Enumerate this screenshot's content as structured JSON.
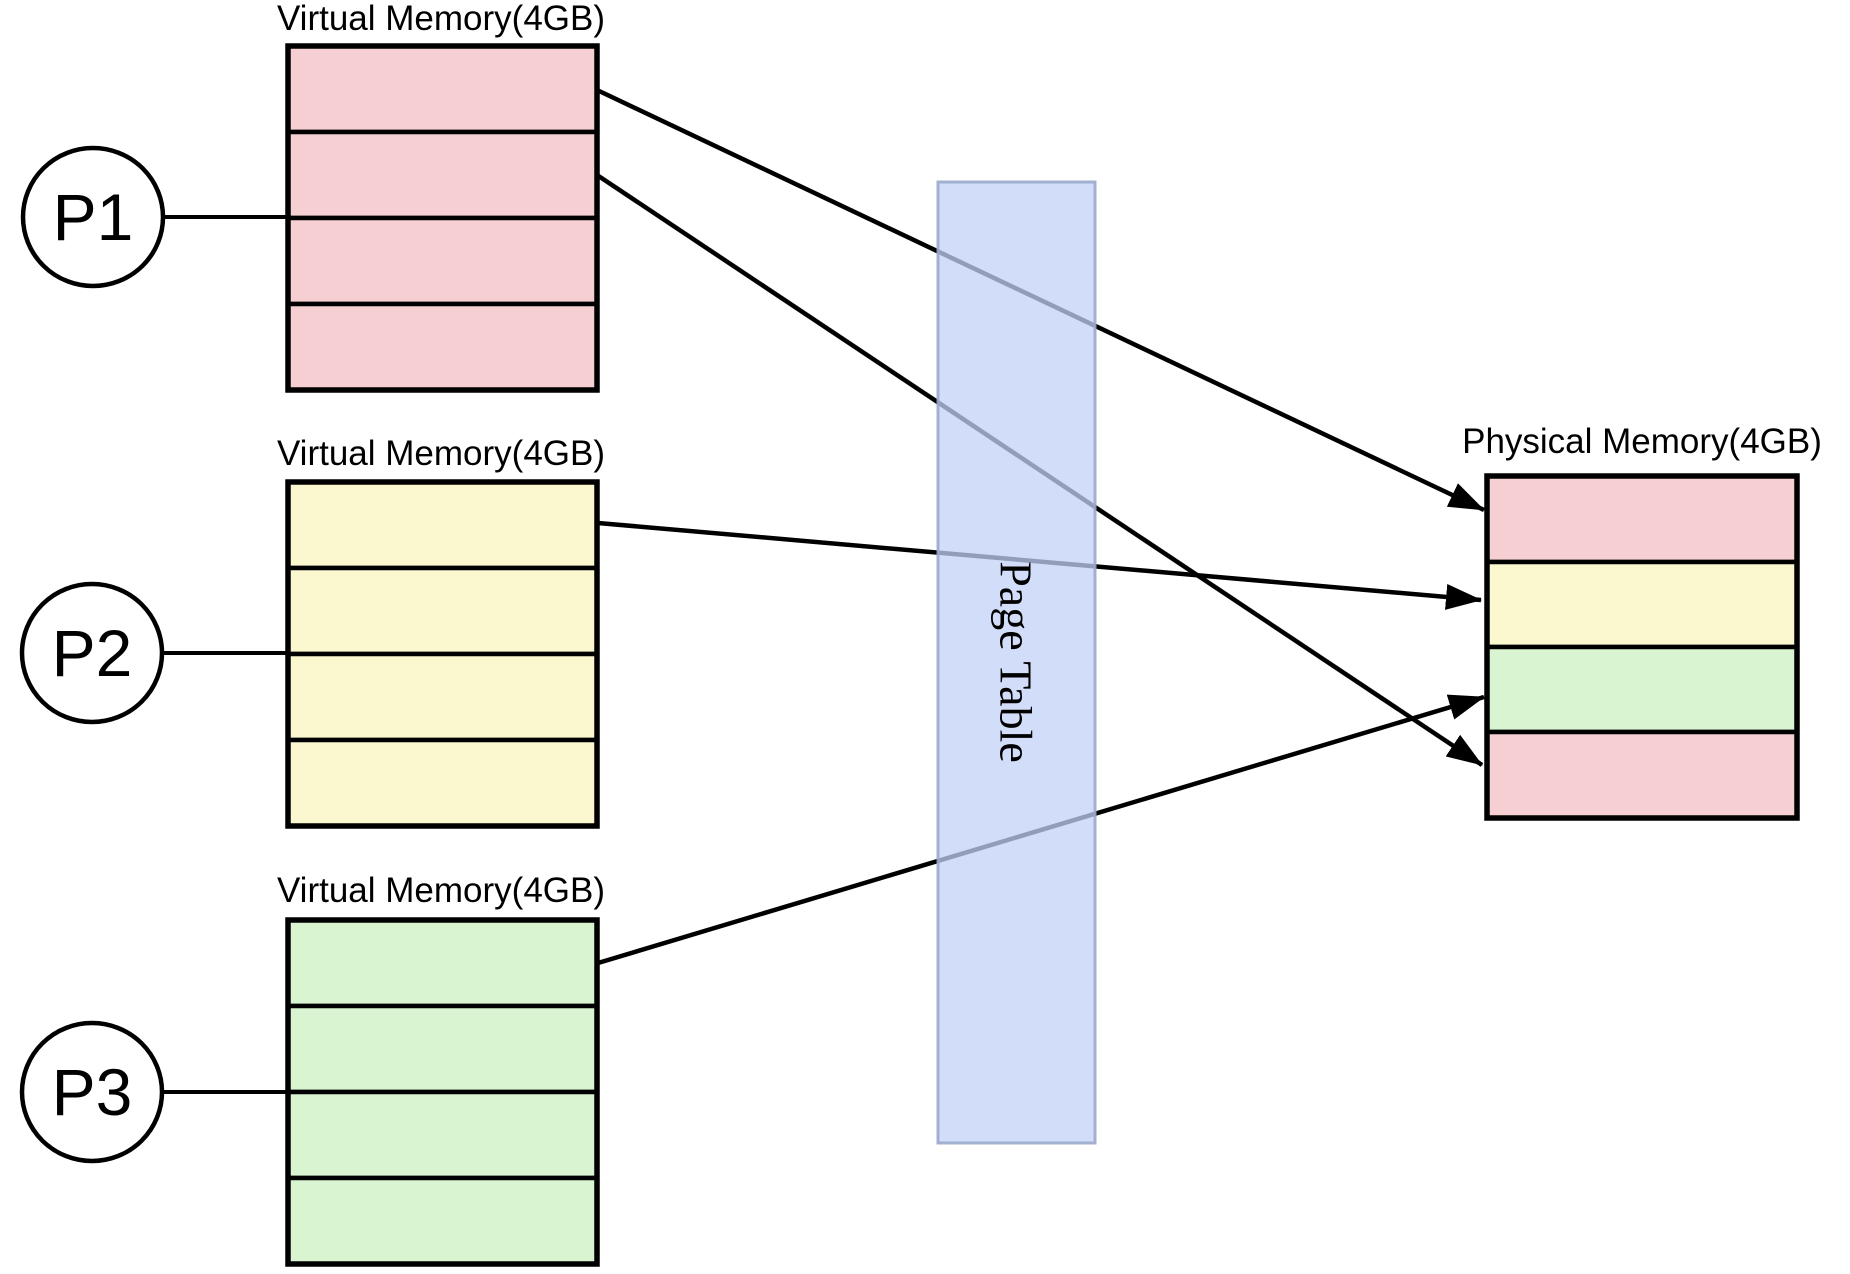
{
  "processes": [
    {
      "label": "P1",
      "memory_title": "Virtual Memory(4GB)",
      "color": "#f6cfd2"
    },
    {
      "label": "P2",
      "memory_title": "Virtual Memory(4GB)",
      "color": "#fbf8d0"
    },
    {
      "label": "P3",
      "memory_title": "Virtual Memory(4GB)",
      "color": "#d8f4d0"
    }
  ],
  "page_table": {
    "label": "Page Table",
    "fill": "#c3d2f7",
    "border": "#9aa8cd"
  },
  "physical_memory": {
    "title": "Physical Memory(4GB)",
    "frames": [
      {
        "color": "#f6cfd2"
      },
      {
        "color": "#fbf8d0"
      },
      {
        "color": "#d8f4d0"
      },
      {
        "color": "#f6cfd2"
      }
    ]
  },
  "mappings": [
    {
      "from": "P1 virtual page 1",
      "to": "physical frame 1"
    },
    {
      "from": "P1 virtual page 2",
      "to": "physical frame 4"
    },
    {
      "from": "P2 virtual page 1",
      "to": "physical frame 2"
    },
    {
      "from": "P3 virtual page 1",
      "to": "physical frame 3"
    }
  ]
}
